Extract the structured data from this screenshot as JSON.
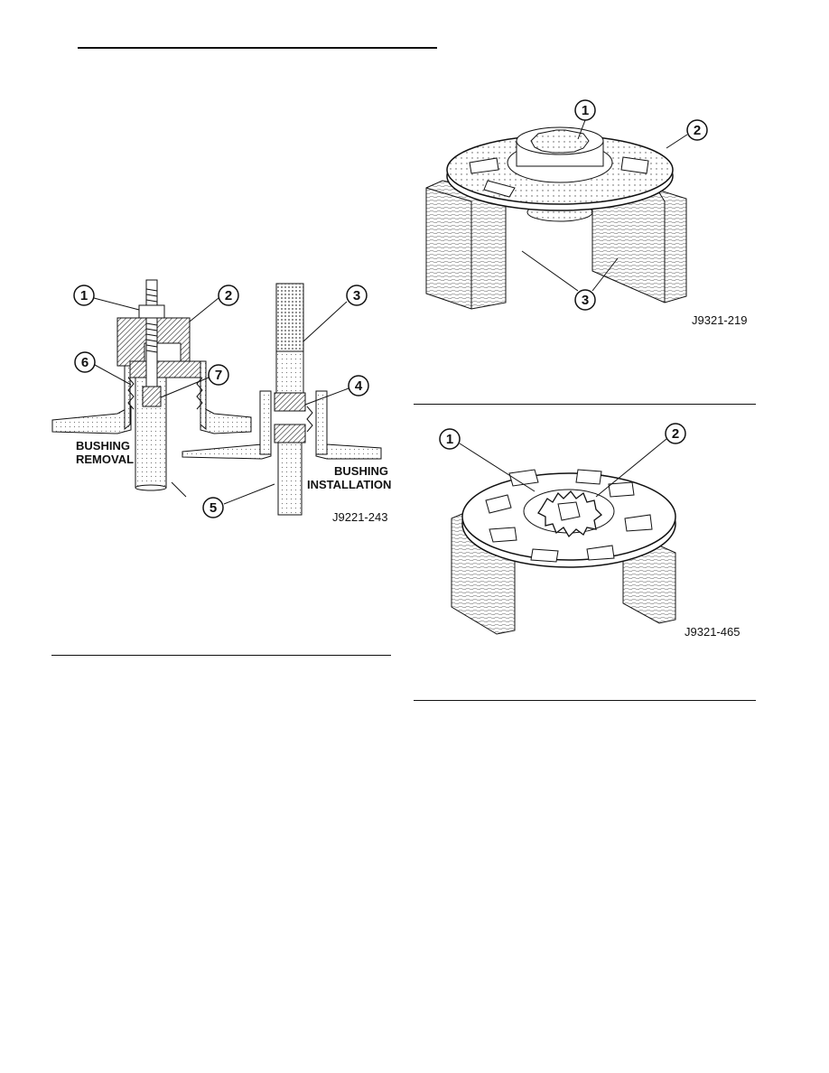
{
  "figure_left": {
    "callouts": [
      "1",
      "2",
      "3",
      "4",
      "5",
      "6",
      "7"
    ],
    "label_removal": [
      "BUSHING",
      "REMOVAL"
    ],
    "label_installation": [
      "BUSHING",
      "INSTALLATION"
    ],
    "figure_code": "J9221-243"
  },
  "figure_top_right": {
    "callouts": [
      "1",
      "2",
      "3"
    ],
    "figure_code": "J9321-219"
  },
  "figure_bottom_right": {
    "callouts": [
      "1",
      "2"
    ],
    "figure_code": "J9321-465"
  }
}
